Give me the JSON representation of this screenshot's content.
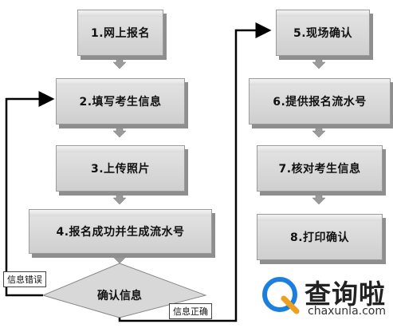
{
  "steps_left": [
    "1.网上报名",
    "2.填写考生信息",
    "3.上传照片",
    "4.报名成功并生成流水号"
  ],
  "decision": "确认信息",
  "branch_error": "信息错误",
  "branch_ok": "信息正确",
  "steps_right": [
    "5.现场确认",
    "6.提供报名流水号",
    "7.核对考生信息",
    "8.打印确认"
  ],
  "brand": {
    "name": "查询啦",
    "url": "chaxunla.com"
  }
}
